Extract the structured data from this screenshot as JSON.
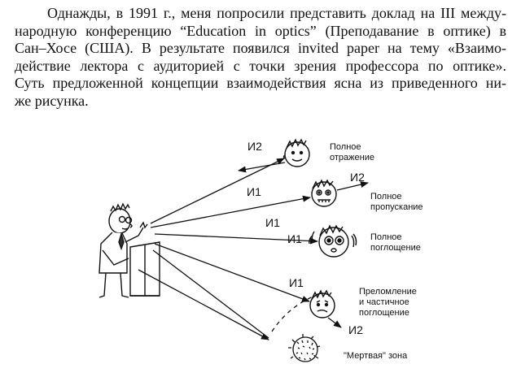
{
  "paragraph": {
    "lines": [
      "Однажды, в 1991 г., меня попросили представить доклад на III между-",
      "народную конференцию “Education in optics” (Преподавание в оптике) в",
      "Сан–Хосе (США). В результате появился invited paper на тему «Взаимо-",
      "действие лектора с аудиторией с точки зрения профессора по оптике».",
      "Суть предложенной концепции взаимодействия ясна из приведенного ни-",
      "же рисунка."
    ]
  },
  "figure": {
    "labels": {
      "i2_top": "И2",
      "i2_mid": "И2",
      "i2_bottom": "И2",
      "i1_a": "И1",
      "i1_b": "И1",
      "i1_c": "И1",
      "i1_d": "И1"
    },
    "captions": {
      "full_reflection": [
        "Полное",
        "отражение"
      ],
      "full_transmission": [
        "Полное",
        "пропускание"
      ],
      "full_absorption": [
        "Полное",
        "поглощение"
      ],
      "refraction": [
        "Преломление",
        "и частичное",
        "поглощение"
      ],
      "dead_zone": "\"Мертвая\" зона"
    }
  }
}
